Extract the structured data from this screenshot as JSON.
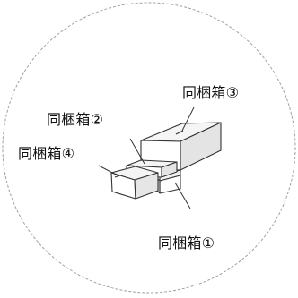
{
  "labels": {
    "box1": "同梱箱①",
    "box2": "同梱箱②",
    "box3": "同梱箱③",
    "box4": "同梱箱④"
  },
  "colors": {
    "line": "#333333",
    "circle_border": "#999999",
    "box_face_top": "#f4f4f4",
    "box_face_side": "#e2e2e2",
    "box_face_front": "#ffffff"
  }
}
